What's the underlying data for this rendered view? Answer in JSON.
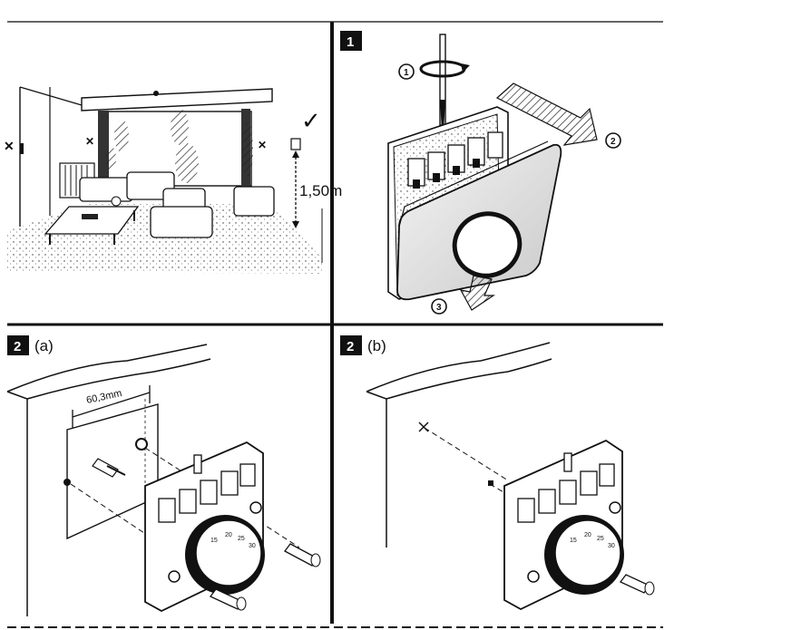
{
  "panels": {
    "room": {
      "height_label": "1,50m",
      "bad_mark_1": "✕",
      "bad_mark_2": "✕",
      "bad_mark_3": "✕",
      "good_mark": "✓"
    },
    "step1": {
      "badge": "1",
      "callouts": [
        "1",
        "2",
        "3"
      ]
    },
    "step2a": {
      "badge": "2",
      "suffix": "(a)",
      "dimension": "60,3mm"
    },
    "step2b": {
      "badge": "2",
      "suffix": "(b)"
    }
  },
  "dial_numbers": [
    "15",
    "20",
    "25",
    "30"
  ]
}
